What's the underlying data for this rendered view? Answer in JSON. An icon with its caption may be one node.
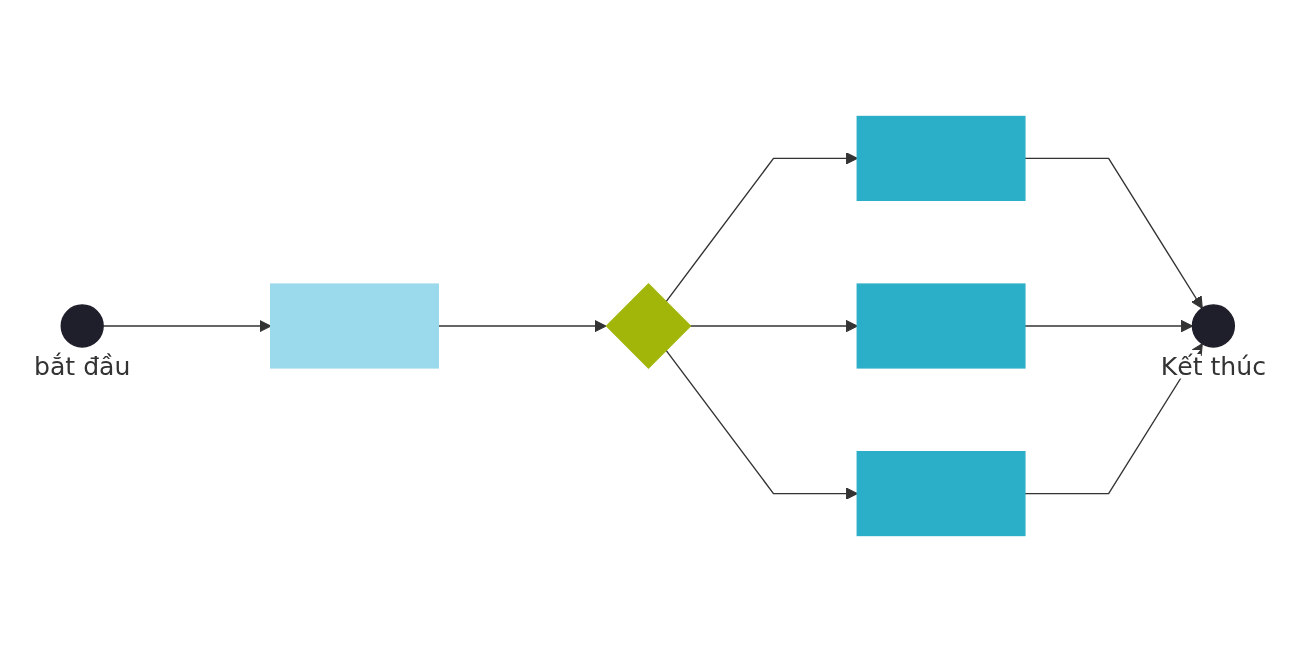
{
  "diagram": {
    "nodes": [
      {
        "text": [],
        "shape": "circle",
        "beside": [
          "bắt đầu"
        ]
      },
      {
        "text": [],
        "shape": "box"
      },
      {
        "text": [],
        "shape": "diamond"
      },
      {
        "text": [],
        "shape": "box"
      },
      {
        "text": [],
        "shape": "box"
      },
      {
        "text": [],
        "shape": "box"
      },
      {
        "text": [],
        "shape": "circle",
        "beside": [
          "Kết thúc"
        ]
      }
    ],
    "edges": [
      {
        "from": 0,
        "to": 1,
        "arrow": "to"
      },
      {
        "from": 1,
        "to": 2,
        "arrow": "to"
      },
      {
        "from": 2,
        "to": 3,
        "arrow": "to"
      },
      {
        "from": 2,
        "to": 4,
        "arrow": "to"
      },
      {
        "from": 2,
        "to": 5,
        "arrow": "to"
      },
      {
        "from": 3,
        "to": 6,
        "arrow": "to"
      },
      {
        "from": 4,
        "to": 6,
        "arrow": "to"
      },
      {
        "from": 5,
        "to": 6,
        "arrow": "to"
      }
    ]
  }
}
